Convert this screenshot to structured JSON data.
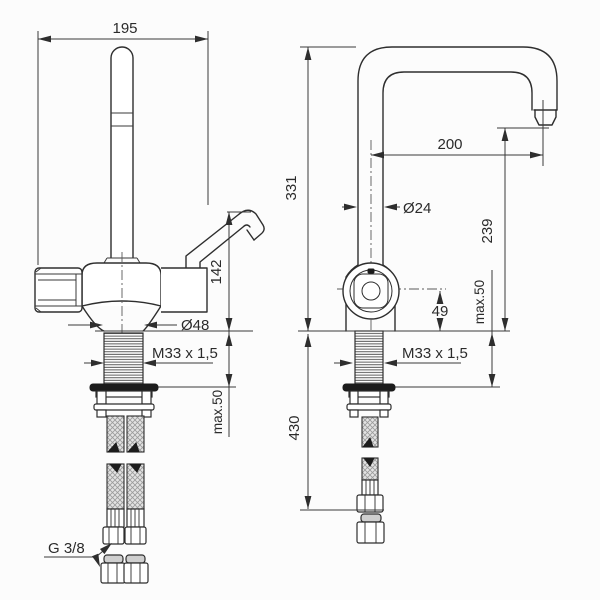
{
  "title": "Faucet installation dimension drawing",
  "colors": {
    "line": "#2e2e2e",
    "background": "#fcfcfc"
  },
  "views": {
    "side": {
      "dims": {
        "overall_depth": "195",
        "side_spout_height": "142",
        "base_diameter": "Ø48",
        "shank_thread": "M33 x 1,5",
        "max_deck_thickness": "max.50",
        "hose_connection": "G 3/8"
      }
    },
    "front": {
      "dims": {
        "overall_height": "331",
        "spout_reach": "200",
        "tube_diameter": "Ø24",
        "outlet_height": "239",
        "max_deck_thickness": "max.50",
        "handle_center_height": "49",
        "shank_thread": "M33 x 1,5",
        "hose_length": "430"
      }
    }
  }
}
